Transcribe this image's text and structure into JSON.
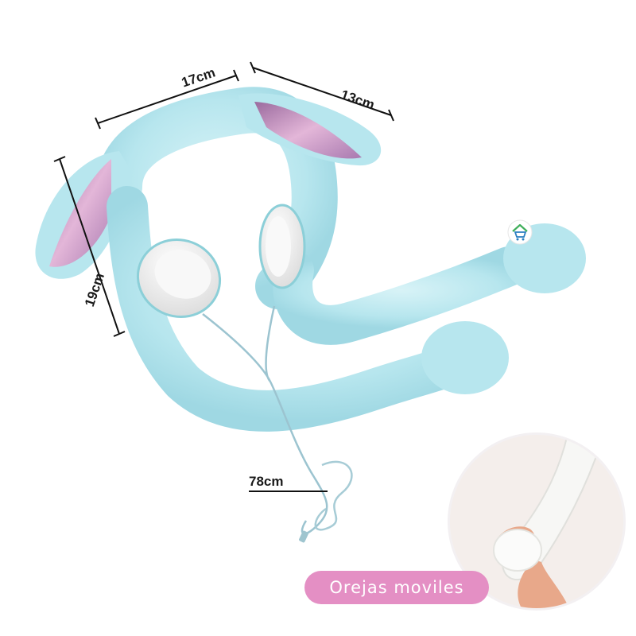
{
  "product": {
    "name": "plush-bunny-ear-headphones",
    "fur_color": "#b7e6ee",
    "ear_lining_color": "#c58ab6",
    "earcup_color": "#f4f4f2"
  },
  "dimensions": {
    "headband_width": "17cm",
    "ear_length": "13cm",
    "side_height": "19cm",
    "cable_length": "78cm"
  },
  "callout": {
    "label": "Orejas moviles",
    "background": "#e48fc4"
  },
  "icons": {
    "shop_badge": "home-cart-icon"
  }
}
